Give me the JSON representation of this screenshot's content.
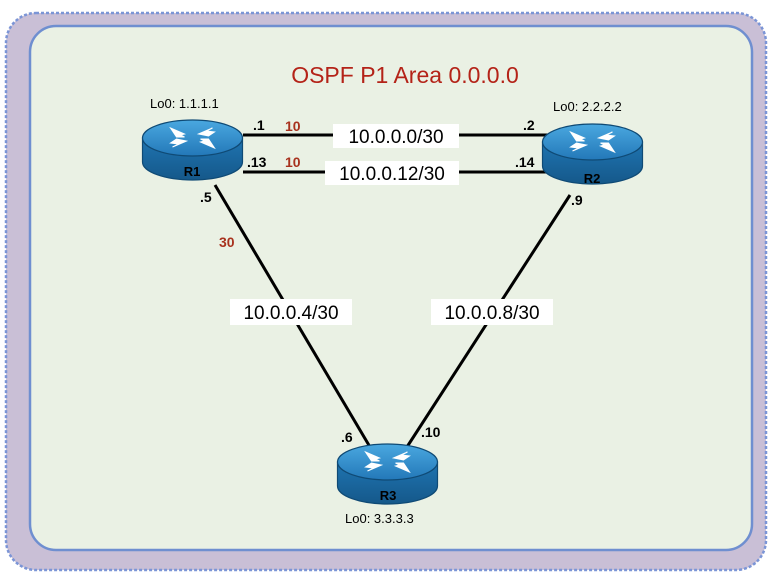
{
  "title": "OSPF P1 Area 0.0.0.0",
  "colors": {
    "outer_fill": "#c9bfd6",
    "outer_border": "#7b95d6",
    "inner_fill": "#eaf1e4",
    "inner_border": "#6f8fd0",
    "title": "#b42318",
    "cost": "#a8321e",
    "router_top": "#2c8fd0",
    "router_side": "#1b6aa3",
    "line": "#000000"
  },
  "routers": [
    {
      "id": "R1",
      "label": "R1",
      "loopback": "Lo0: 1.1.1.1"
    },
    {
      "id": "R2",
      "label": "R2",
      "loopback": "Lo0: 2.2.2.2"
    },
    {
      "id": "R3",
      "label": "R3",
      "loopback": "Lo0: 3.3.3.3"
    }
  ],
  "links": [
    {
      "subnet": "10.0.0.0/30",
      "a_end": ".1",
      "b_end": ".2",
      "cost": "10"
    },
    {
      "subnet": "10.0.0.12/30",
      "a_end": ".13",
      "b_end": ".14",
      "cost": "10"
    },
    {
      "subnet": "10.0.0.4/30",
      "a_end": ".5",
      "b_end": ".6",
      "cost": "30"
    },
    {
      "subnet": "10.0.0.8/30",
      "a_end": ".9",
      "b_end": ".10",
      "cost": ""
    }
  ],
  "icons": {
    "router": "router-icon"
  }
}
